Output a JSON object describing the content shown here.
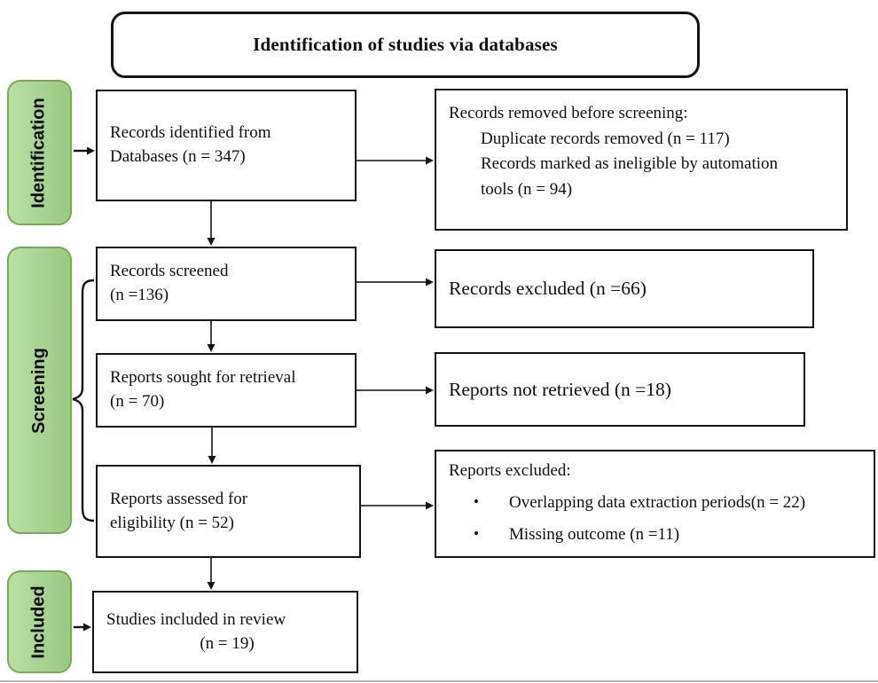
{
  "title": "Identification of studies via databases",
  "stages": [
    {
      "label": "Identification"
    },
    {
      "label": "Screening"
    },
    {
      "label": "Included"
    }
  ],
  "boxes": {
    "records_identified": {
      "lines": [
        "Records identified from",
        "Databases (n = 347)"
      ]
    },
    "records_removed": {
      "heading": "Records removed before screening:",
      "lines": [
        "Duplicate records removed (n = 117)",
        "Records marked as ineligible by automation",
        "tools (n = 94)"
      ]
    },
    "records_screened": {
      "lines": [
        "Records screened",
        "(n =136)"
      ]
    },
    "records_excluded": {
      "text": "Records excluded (n =66)"
    },
    "reports_sought": {
      "lines": [
        "Reports sought for retrieval",
        "(n = 70)"
      ]
    },
    "reports_not_retrieved": {
      "text": "Reports not retrieved (n =18)"
    },
    "reports_assessed": {
      "lines": [
        "Reports assessed for",
        "eligibility (n = 52)"
      ]
    },
    "reports_excluded": {
      "heading": "Reports excluded:",
      "bullets": [
        "Overlapping data extraction periods(n = 22)",
        "Missing outcome  (n =11)"
      ],
      "bullet_glyph": "•"
    },
    "studies_included": {
      "lines": [
        "Studies included in review",
        "(n = 19)"
      ]
    }
  },
  "colors": {
    "stage_fill": "#a9d18e",
    "stage_fill_light": "#b9dfa5",
    "stage_border": "#7aa85c",
    "box_border": "#141414",
    "arrow": "#2e2e2e",
    "background": "#ffffff"
  }
}
